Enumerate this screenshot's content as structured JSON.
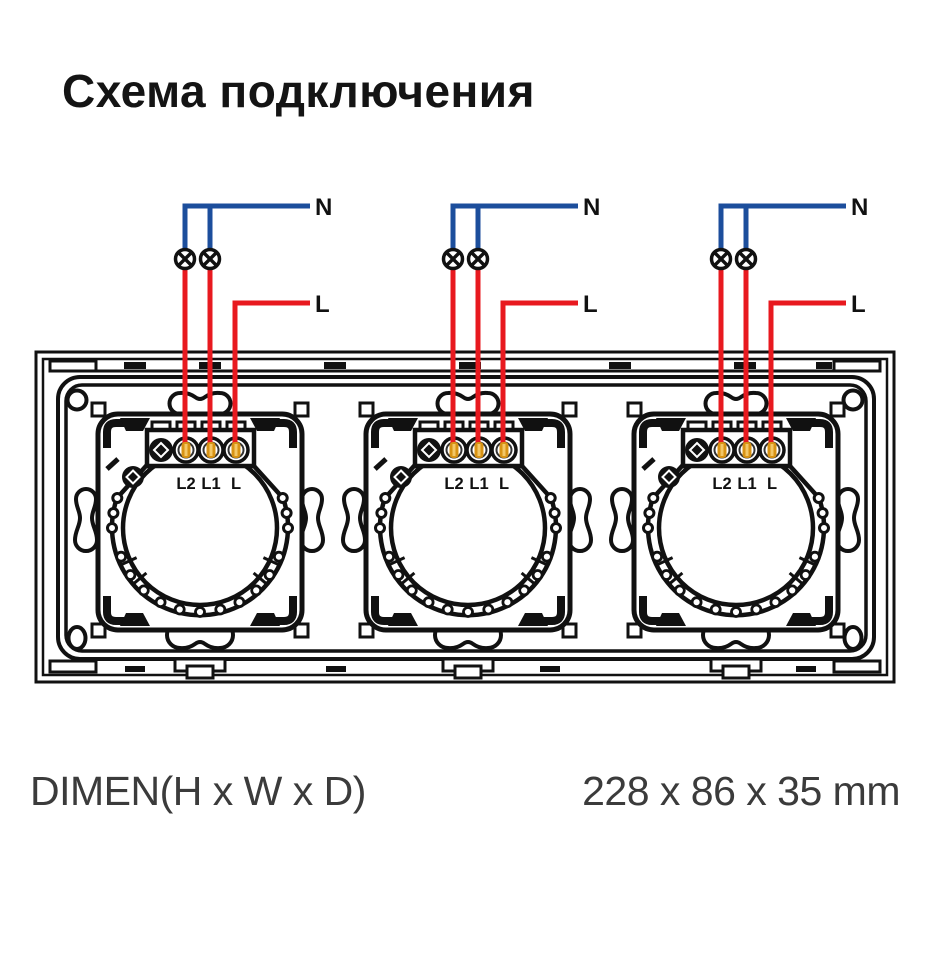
{
  "title": "Схема подключения",
  "diagram": {
    "wire_labels": {
      "neutral": "N",
      "line": "L"
    },
    "terminal_labels": [
      "L2",
      "L1",
      "L"
    ],
    "modules": [
      {
        "name": "switch-module-1"
      },
      {
        "name": "switch-module-2"
      },
      {
        "name": "switch-module-3"
      }
    ],
    "colors": {
      "neutral_wire": "#1C4E9C",
      "line_wire": "#E8191F",
      "terminal_gold": "#D89314",
      "terminal_gold_highlight": "#F3C766",
      "ink": "#111111"
    }
  },
  "dimensions": {
    "label": "DIMEN(H x W x D)",
    "value": "228 x 86 x 35 mm"
  }
}
